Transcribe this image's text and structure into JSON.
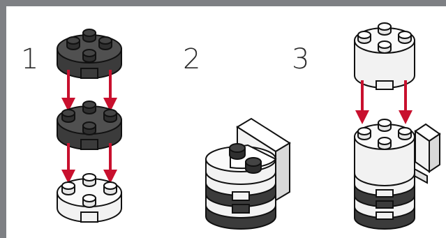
{
  "steps": [
    {
      "number": "1"
    },
    {
      "number": "2"
    },
    {
      "number": "3"
    }
  ],
  "colors": {
    "frame": "#7e8084",
    "panel": "#ffffff",
    "dark_brick": "#3b3b3b",
    "dark_brick_top": "#505050",
    "light_brick": "#f2f2f2",
    "light_brick_shade": "#d9d9d9",
    "arrow": "#c8102e",
    "outline": "#111111"
  },
  "icons": [
    "round-plate-dark-icon",
    "round-plate-white-icon",
    "down-arrow-icon",
    "angle-bracket-icon",
    "brick-stack-icon"
  ]
}
